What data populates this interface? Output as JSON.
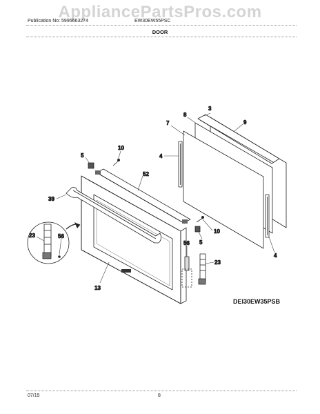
{
  "watermark": "AppliancePartsPros.com",
  "header": {
    "publication": "Publication No: 5995663274",
    "model": "EW30EW55PSC",
    "section": "DOOR"
  },
  "diagram_code": "DEI30EW35PSB",
  "footer": {
    "date": "07/15",
    "page": "8"
  },
  "callouts": [
    "3",
    "8",
    "9",
    "7",
    "4",
    "10",
    "5",
    "52",
    "39",
    "23",
    "56",
    "10",
    "5",
    "56",
    "23",
    "13",
    "4"
  ]
}
